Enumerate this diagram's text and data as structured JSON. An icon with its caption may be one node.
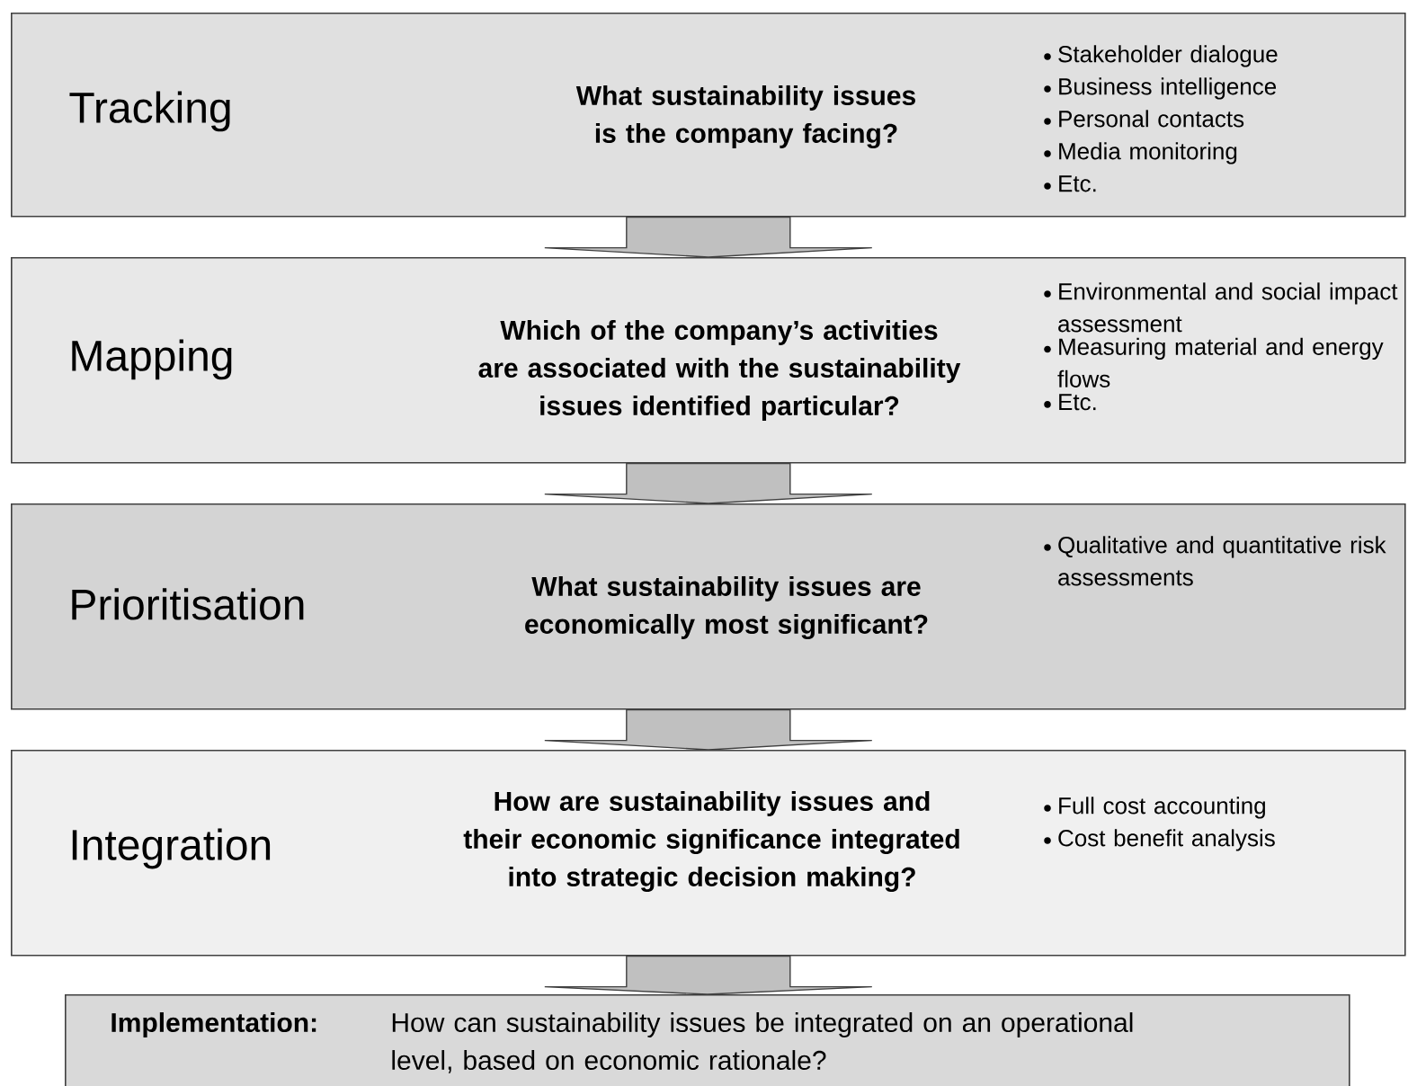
{
  "diagram": {
    "nodes": [
      {
        "text": [
          "Tracking",
          "What sustainability issues is the company facing?",
          "Stakeholder dialogue",
          "Business intelligence",
          "Personal contacts",
          "Media monitoring",
          "Etc."
        ]
      },
      {
        "text": [
          "Mapping",
          "Which of the company’s activities are associated with the sustainability issues identified particular?",
          "Environmental and social impact assessment",
          "Measuring material and energy flows",
          "Etc."
        ]
      },
      {
        "text": [
          "Prioritisation",
          "What sustainability issues are economically most significant?",
          "Qualitative and quantitative risk assessments"
        ]
      },
      {
        "text": [
          "Integration",
          "How are sustainability issues and their economic significance integrated into strategic decision making?",
          "Full cost accounting",
          "Cost benefit analysis"
        ]
      },
      {
        "text": [
          "Implementation:",
          "How can sustainability issues be integrated on an operational level, based on economic rationale?"
        ]
      }
    ],
    "edges": [
      {
        "from": 0,
        "to": 1,
        "arrow": "to"
      },
      {
        "from": 1,
        "to": 2,
        "arrow": "to"
      },
      {
        "from": 2,
        "to": 3,
        "arrow": "to"
      },
      {
        "from": 3,
        "to": 4,
        "arrow": "to"
      }
    ]
  }
}
